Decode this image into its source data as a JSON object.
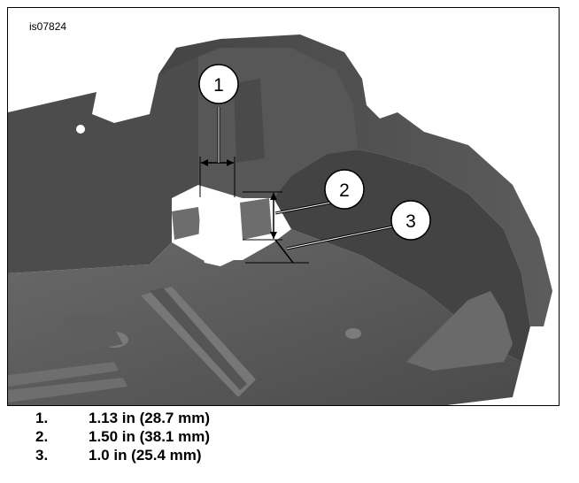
{
  "figure": {
    "id": "is07824",
    "callouts": [
      "1",
      "2",
      "3"
    ]
  },
  "legend": [
    {
      "num": "1.",
      "text": "1.13 in (28.7 mm)"
    },
    {
      "num": "2.",
      "text": "1.50 in (38.1 mm)"
    },
    {
      "num": "3.",
      "text": "1.0 in (25.4 mm)"
    }
  ],
  "colors": {
    "part_dark": "#3e3e3e",
    "part_mid": "#5a5a5a",
    "part_light": "#8a8a8a",
    "background": "#ffffff"
  }
}
